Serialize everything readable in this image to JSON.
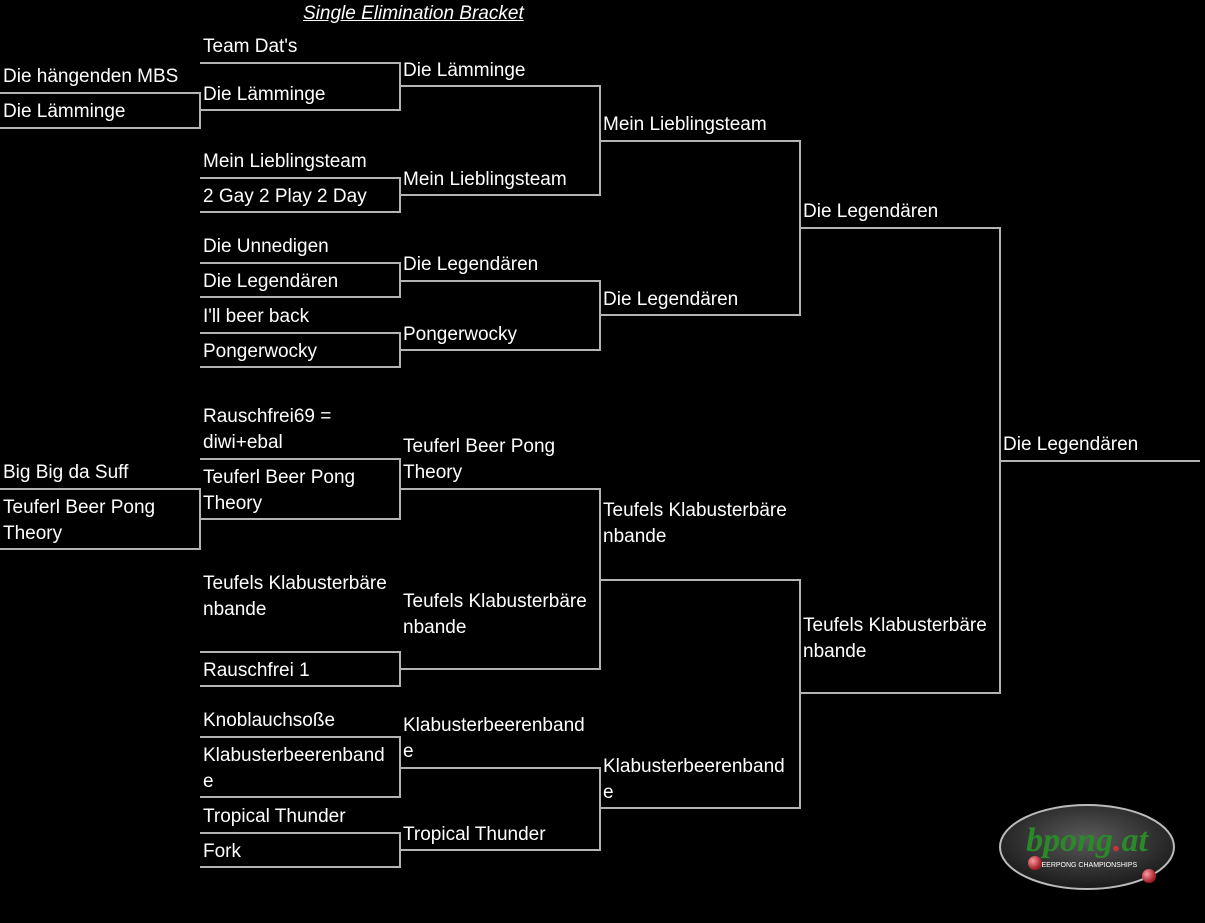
{
  "title": "Single Elimination Bracket",
  "line_color": "#b4b4b4",
  "background": "#000000",
  "pre_round": {
    "match_top": [
      "Die hängenden MBS",
      "Die Lämminge"
    ],
    "match_bottom": [
      "Big Big da Suff",
      "Teuferl Beer Pong Theory"
    ]
  },
  "round1": [
    "Team Dat's",
    "Die Lämminge",
    "Mein Lieblingsteam",
    "2 Gay 2 Play 2 Day",
    "Die Unnedigen",
    "Die Legendären",
    "I'll beer back",
    "Pongerwocky",
    "Rauschfrei69 = diwi+ebal",
    "Teuferl Beer Pong Theory",
    "Teufels Klabusterbärenbande",
    "Rauschfrei 1",
    "Knoblauchsoße",
    "Klabusterbeerenbande",
    "Tropical Thunder",
    "Fork"
  ],
  "round2": [
    "Die Lämminge",
    "Mein Lieblingsteam",
    "Die Legendären",
    "Pongerwocky",
    "Teuferl Beer Pong Theory",
    "Teufels Klabusterbärenbande",
    "Klabusterbeerenbande",
    "Tropical Thunder"
  ],
  "round3": [
    "Mein Lieblingsteam",
    "Die Legendären",
    "Teufels Klabusterbärenbande",
    "Klabusterbeerenbande"
  ],
  "round4": [
    "Die Legendären",
    "Teufels Klabusterbärenbande"
  ],
  "champion": "Die Legendären",
  "logo": {
    "text_main": "bpong",
    "text_dot": ".",
    "text_tld": "at",
    "subtitle": "BEERPONG CHAMPIONSHIPS",
    "green": "#2a8a2a",
    "red": "#c8323c"
  }
}
